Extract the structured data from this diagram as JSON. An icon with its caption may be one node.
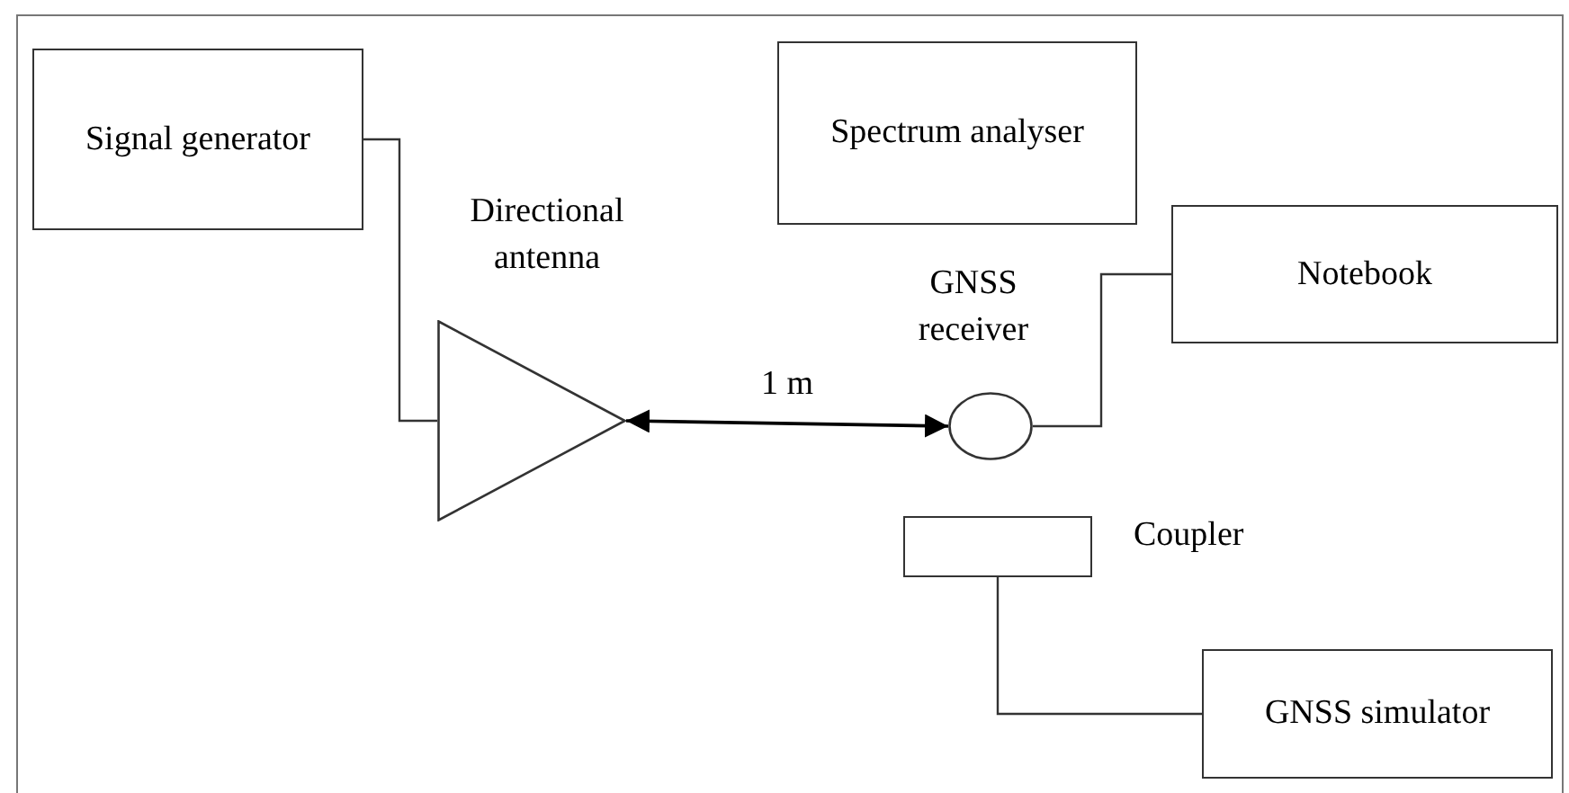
{
  "diagram": {
    "nodes": [
      {
        "text": [
          "Signal generator"
        ]
      },
      {
        "text": [
          "Spectrum analyser"
        ]
      },
      {
        "text": [
          "Directional antenna"
        ]
      },
      {
        "text": [
          "GNSS receiver"
        ]
      },
      {
        "text": [
          "Notebook"
        ]
      },
      {
        "text": [
          "Coupler"
        ]
      },
      {
        "text": [
          "GNSS simulator"
        ]
      }
    ],
    "edges": [
      {
        "from": 0,
        "to": 2,
        "arrow": "none"
      },
      {
        "from": 2,
        "to": 3,
        "arrow": "both",
        "label": "1 m"
      },
      {
        "from": 3,
        "to": 4,
        "arrow": "none"
      },
      {
        "from": 5,
        "to": 6,
        "arrow": "none"
      }
    ]
  }
}
